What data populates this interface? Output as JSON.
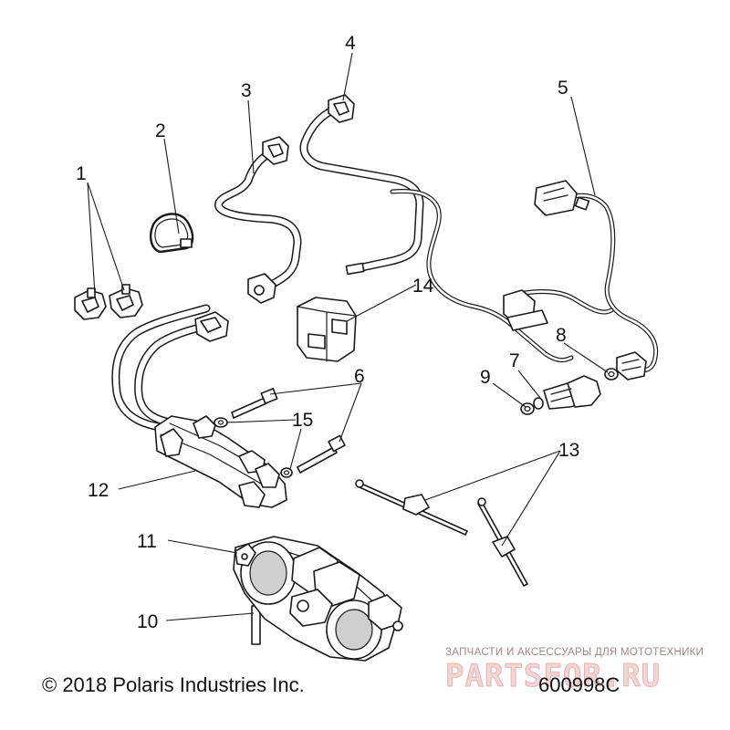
{
  "callouts": [
    {
      "id": "1",
      "label": "1"
    },
    {
      "id": "2",
      "label": "2"
    },
    {
      "id": "3",
      "label": "3"
    },
    {
      "id": "4",
      "label": "4"
    },
    {
      "id": "5",
      "label": "5"
    },
    {
      "id": "6",
      "label": "6"
    },
    {
      "id": "7",
      "label": "7"
    },
    {
      "id": "8",
      "label": "8"
    },
    {
      "id": "9",
      "label": "9"
    },
    {
      "id": "10",
      "label": "10"
    },
    {
      "id": "11",
      "label": "11"
    },
    {
      "id": "12",
      "label": "12"
    },
    {
      "id": "13",
      "label": "13"
    },
    {
      "id": "14",
      "label": "14"
    },
    {
      "id": "15",
      "label": "15"
    }
  ],
  "footer": {
    "copyright": "© 2018 Polaris Industries Inc.",
    "part_number": "600998C"
  },
  "watermark": {
    "tagline": "ЗАПЧАСТИ И АКСЕССУАРЫ ДЛЯ МОТОТЕХНИКИ",
    "brand": "PARTSFOR.RU",
    "color": "#e9b9b9"
  }
}
